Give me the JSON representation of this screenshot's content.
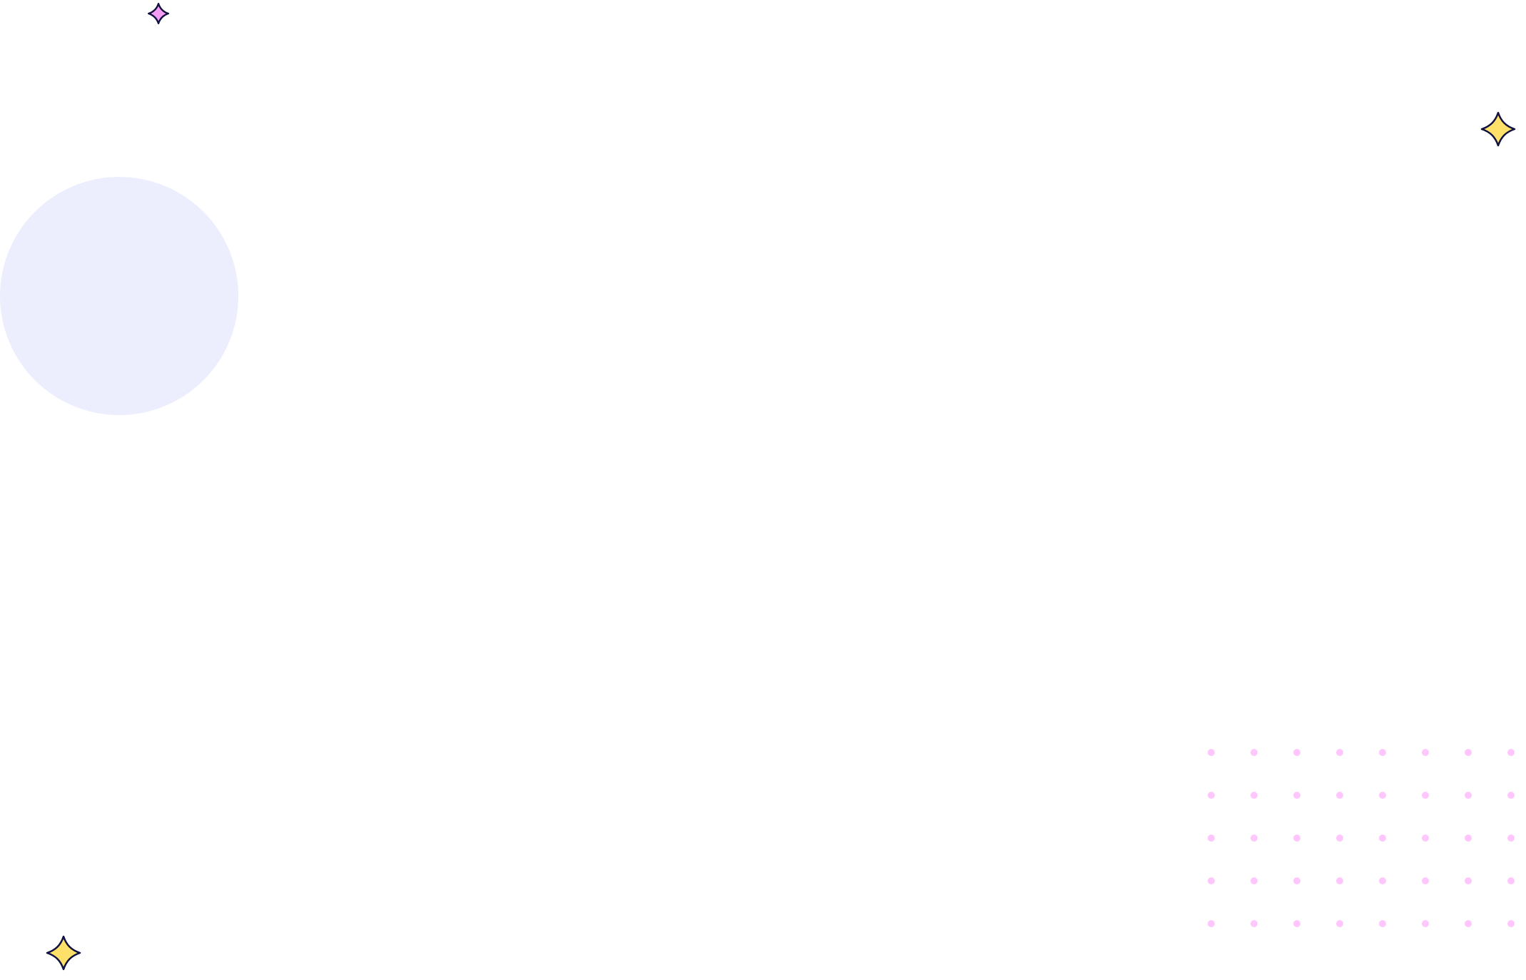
{
  "decor": {
    "circle_color": "#ECEEFD",
    "dot_color": "#FFC7FD",
    "star_stroke": "#0F1140",
    "stars": [
      {
        "name": "sparkle-star-pink",
        "fill": "#F59CF4"
      },
      {
        "name": "sparkle-star-yellow-top-right",
        "fill": "#FFE16A"
      },
      {
        "name": "sparkle-star-yellow-bottom-left",
        "fill": "#FFE16A"
      }
    ],
    "dot_grid": {
      "rows": 5,
      "cols": 8
    }
  }
}
